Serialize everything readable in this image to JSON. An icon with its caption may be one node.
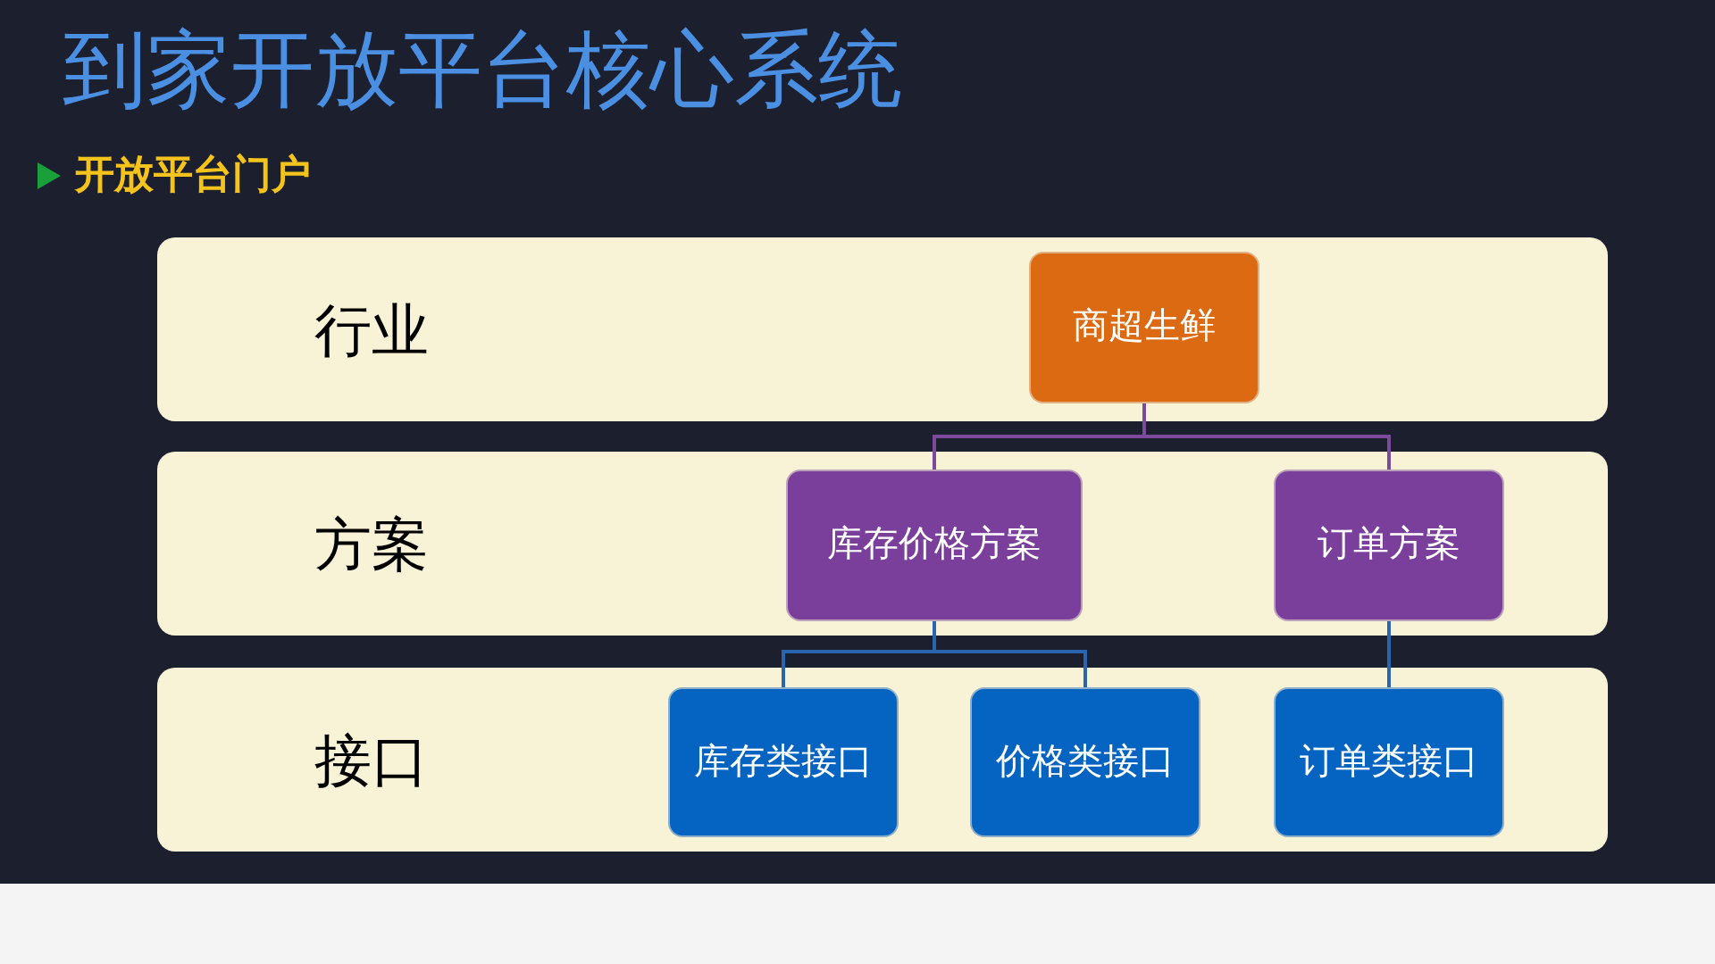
{
  "diagram": {
    "title": "到家开放平台核心系统",
    "nodes": [
      {
        "text": [
          "行业"
        ]
      },
      {
        "text": [
          "商超生鲜"
        ],
        "in": 0
      },
      {
        "text": [
          "方案"
        ]
      },
      {
        "text": [
          "库存价格方案"
        ],
        "in": 2
      },
      {
        "text": [
          "订单方案"
        ],
        "in": 2
      },
      {
        "text": [
          "接口"
        ]
      },
      {
        "text": [
          "库存类接口"
        ],
        "in": 5
      },
      {
        "text": [
          "价格类接口"
        ],
        "in": 5
      },
      {
        "text": [
          "订单类接口"
        ],
        "in": 5
      }
    ],
    "edges": [
      {
        "from": 1,
        "to": 3,
        "arrow": "none",
        "color": "#7b4a9b"
      },
      {
        "from": 1,
        "to": 4,
        "arrow": "none",
        "color": "#7b4a9b"
      },
      {
        "from": 3,
        "to": 6,
        "arrow": "none"
      },
      {
        "from": 3,
        "to": 7,
        "arrow": "none"
      },
      {
        "from": 4,
        "to": 8,
        "arrow": "none"
      }
    ],
    "labels": [
      "开放平台门户"
    ]
  }
}
